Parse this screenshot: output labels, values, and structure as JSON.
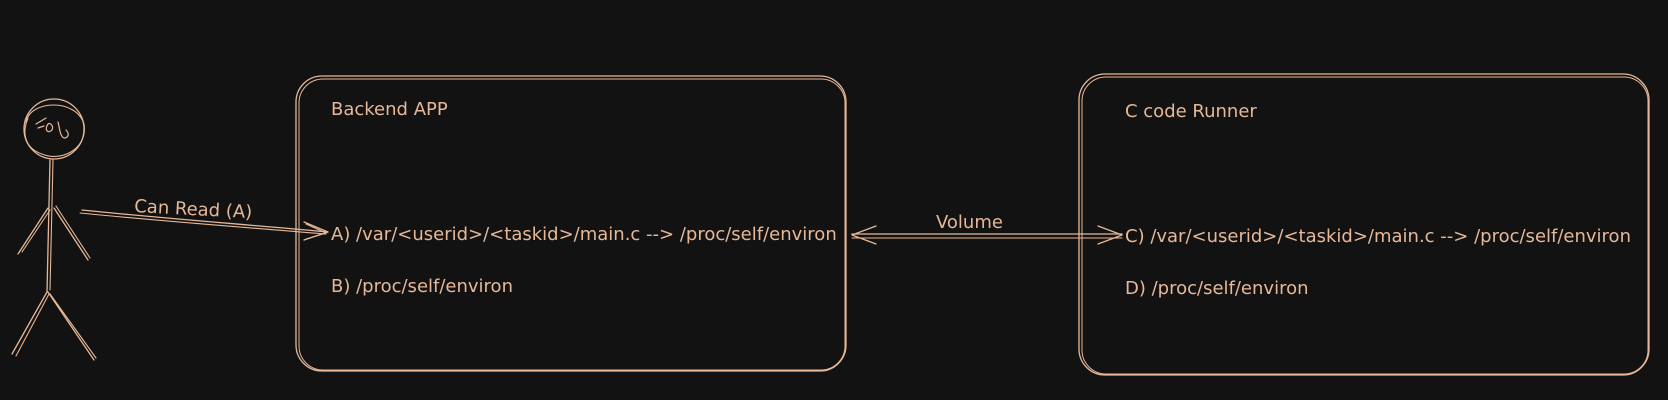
{
  "colors": {
    "background": "#121212",
    "stroke": "#e6b898"
  },
  "actor": {
    "icon": "stick-figure-icon"
  },
  "boxes": {
    "backend": {
      "title": "Backend APP",
      "line_a": "A) /var/<userid>/<taskid>/main.c --> /proc/self/environ",
      "line_b": "B) /proc/self/environ"
    },
    "runner": {
      "title": "C code Runner",
      "line_c": "C) /var/<userid>/<taskid>/main.c --> /proc/self/environ",
      "line_d": "D) /proc/self/environ"
    }
  },
  "arrows": {
    "actor_to_backend": "Can Read (A)",
    "volume": "Volume"
  }
}
